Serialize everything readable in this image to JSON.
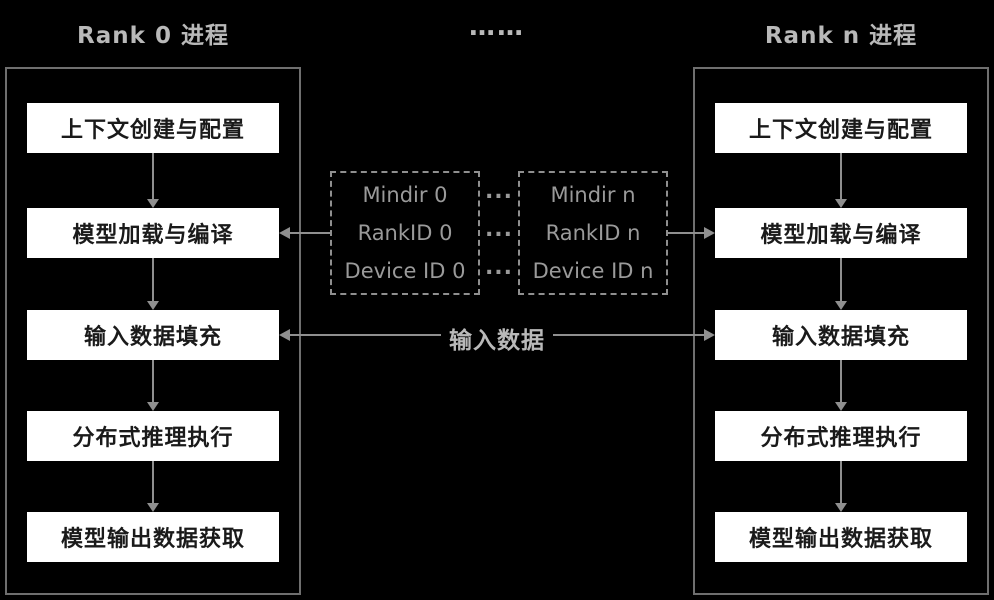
{
  "top_ellipsis": "……",
  "left_column": {
    "title": "Rank 0 进程",
    "steps": [
      "上下文创建与配置",
      "模型加载与编译",
      "输入数据填充",
      "分布式推理执行",
      "模型输出数据获取"
    ]
  },
  "right_column": {
    "title": "Rank n 进程",
    "steps": [
      "上下文创建与配置",
      "模型加载与编译",
      "输入数据填充",
      "分布式推理执行",
      "模型输出数据获取"
    ]
  },
  "middle": {
    "left_box_lines": [
      "Mindir 0",
      "RankID 0",
      "Device ID 0"
    ],
    "right_box_lines": [
      "Mindir n",
      "RankID n",
      "Device ID n"
    ],
    "dots": "...",
    "input_data_label": "输入数据"
  },
  "colors": {
    "background": "#000000",
    "box_bg": "#ffffff",
    "box_text": "#1a1a1a",
    "container_border": "#6f6f6f",
    "title_text": "#b9b9b9",
    "muted_text": "#9a9a9a",
    "arrow": "#8f8f8f"
  }
}
